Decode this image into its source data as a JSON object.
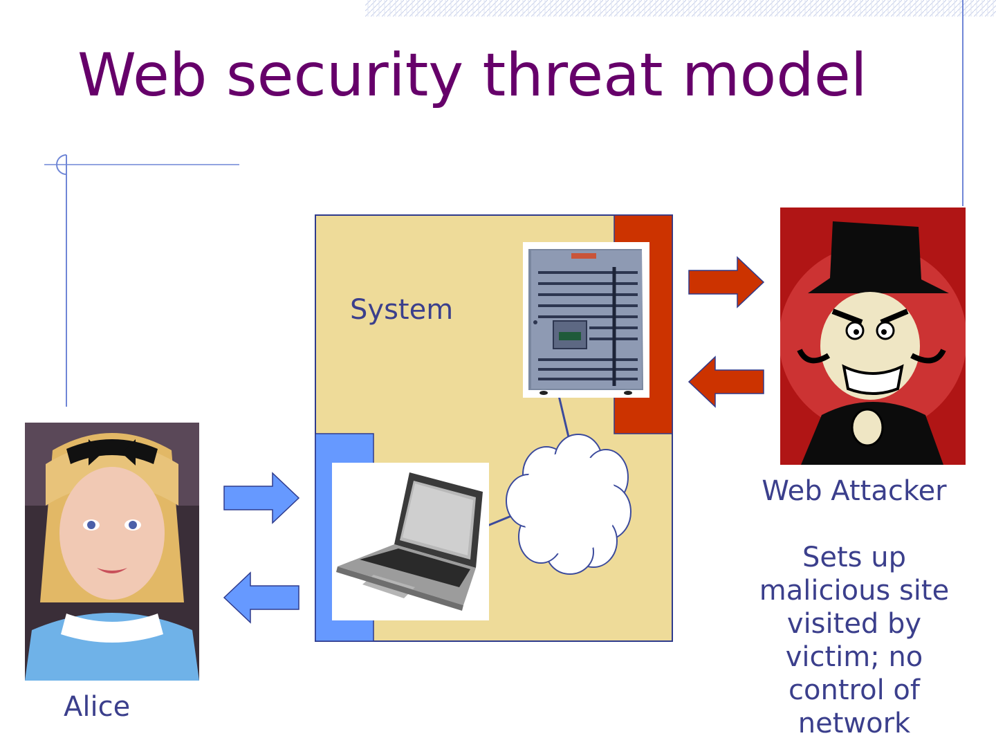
{
  "slide": {
    "title": "Web security threat model"
  },
  "diagram": {
    "system_label": "System",
    "user_label": "Alice",
    "attacker_label": "Web Attacker",
    "attacker_description": "Sets up malicious site visited by victim; no control of network"
  },
  "colors": {
    "title": "#66006a",
    "text": "#3b3f8c",
    "system_box": "#eedb99",
    "attacker_accent": "#cc3300",
    "user_accent": "#6699ff",
    "outline": "#2e3a8c"
  }
}
